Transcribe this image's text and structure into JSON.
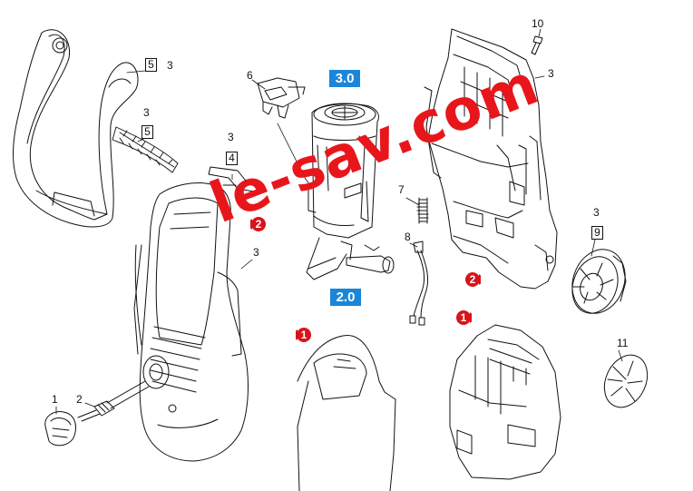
{
  "watermark": "le-sav.com",
  "assembly_labels": {
    "upper": "3.0",
    "lower": "2.0"
  },
  "callouts": {
    "n10": "10",
    "n3_right_top": "3",
    "n3_top": "3",
    "n5_top": "5",
    "n6": "6",
    "n3_left": "3",
    "n5_left": "5",
    "n3_a": "3",
    "n4": "4",
    "n3_b": "3",
    "n7": "7",
    "n8": "8",
    "n3_wheel": "3",
    "n9": "9",
    "n11": "11",
    "n1": "1",
    "n2": "2"
  },
  "view_markers": {
    "red_1": "1",
    "red_2": "2"
  },
  "colors": {
    "line": "#111111",
    "watermark": "#e8161b",
    "assembly_box": "#1a86d9",
    "marker": "#d6141b"
  }
}
